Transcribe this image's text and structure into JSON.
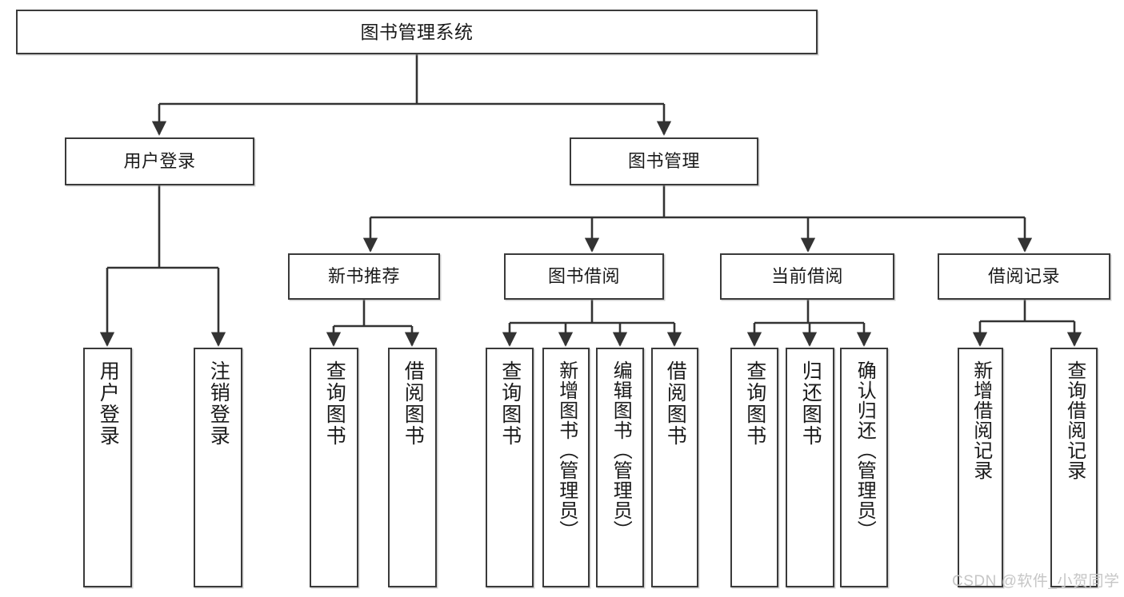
{
  "diagram": {
    "title": "图书管理系统",
    "type": "tree",
    "orientation": "top-down",
    "colors": {
      "background": "#ffffff",
      "node_border": "#3a3a3a",
      "node_fill": "#ffffff",
      "edge": "#333333",
      "text": "#1a1a1a",
      "watermark": "#c6c6c6"
    }
  },
  "nodes": {
    "root": {
      "label": "图书管理系统"
    },
    "level1": [
      {
        "id": "user-login",
        "label": "用户登录"
      },
      {
        "id": "book-management",
        "label": "图书管理"
      }
    ],
    "level2": [
      {
        "id": "new-book-recommend",
        "label": "新书推荐"
      },
      {
        "id": "book-borrow",
        "label": "图书借阅"
      },
      {
        "id": "current-borrow",
        "label": "当前借阅"
      },
      {
        "id": "borrow-record",
        "label": "借阅记录"
      }
    ],
    "leaves": [
      {
        "id": "leaf-user-login",
        "label": "用户登录",
        "parent": "user-login"
      },
      {
        "id": "leaf-logout-login",
        "label": "注销登录",
        "parent": "user-login"
      },
      {
        "id": "leaf-query-book-1",
        "label": "查询图书",
        "parent": "new-book-recommend"
      },
      {
        "id": "leaf-borrow-book-1",
        "label": "借阅图书",
        "parent": "new-book-recommend"
      },
      {
        "id": "leaf-query-book-2",
        "label": "查询图书",
        "parent": "book-borrow"
      },
      {
        "id": "leaf-add-book-admin",
        "label": "新增图书（管理员）",
        "parent": "book-borrow"
      },
      {
        "id": "leaf-edit-book-admin",
        "label": "编辑图书（管理员）",
        "parent": "book-borrow"
      },
      {
        "id": "leaf-borrow-book-2",
        "label": "借阅图书",
        "parent": "book-borrow"
      },
      {
        "id": "leaf-query-book-3",
        "label": "查询图书",
        "parent": "current-borrow"
      },
      {
        "id": "leaf-return-book",
        "label": "归还图书",
        "parent": "current-borrow"
      },
      {
        "id": "leaf-confirm-return-admin",
        "label": "确认归还（管理员）",
        "parent": "current-borrow"
      },
      {
        "id": "leaf-add-borrow-record",
        "label": "新增借阅记录",
        "parent": "borrow-record"
      },
      {
        "id": "leaf-query-borrow-record",
        "label": "查询借阅记录",
        "parent": "borrow-record"
      }
    ]
  },
  "watermark": {
    "text": "CSDN @软件_小贺同学"
  }
}
